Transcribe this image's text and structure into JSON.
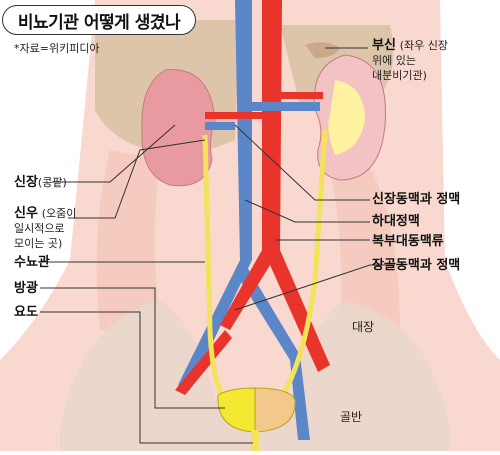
{
  "title": "비뇨기관 어떻게 생겼나",
  "source": "*자료=위키피디아",
  "labels": {
    "adrenal": {
      "name": "부신",
      "note": "(좌우 신장",
      "note2": "위에 있는",
      "note3": "내분비기관)"
    },
    "kidney": {
      "name": "신장",
      "note": "(콩팥)"
    },
    "pelvis": {
      "name": "신우",
      "note": "(오줌이",
      "note2": "일시적으로",
      "note3": "모이는 곳)"
    },
    "ureter": {
      "name": "수뇨관"
    },
    "bladder": {
      "name": "방광"
    },
    "urethra": {
      "name": "요도"
    },
    "renal_vessels": {
      "name": "신장동맥과 정맥"
    },
    "ivc": {
      "name": "하대정맥"
    },
    "aorta": {
      "name": "복부대동맥류"
    },
    "iliac": {
      "name": "장골동맥과 정맥"
    },
    "colon": {
      "name": "대장"
    },
    "pelvis_bone": {
      "name": "골반"
    }
  },
  "colors": {
    "artery": "#e8342a",
    "vein": "#5b86c8",
    "kidney": "#e89aa0",
    "kidney_right": "#f2c2c4",
    "ureter": "#f3e35a",
    "bladder_left": "#f5e832",
    "bladder_right": "#f2c98a",
    "body": "#f9d8cf",
    "bone": "#ead7cb",
    "organ_shadow": "#c9a98a"
  }
}
